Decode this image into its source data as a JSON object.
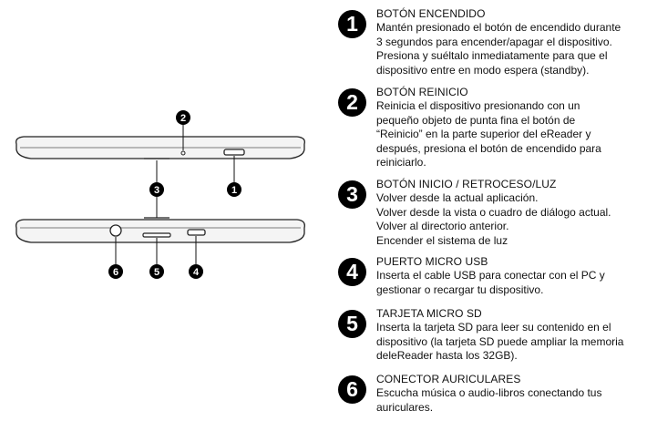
{
  "callouts": [
    {
      "number": "1",
      "title": "BOTÓN ENCENDIDO",
      "body": "Mantén presionado el botón de encendido durante\n3 segundos para encender/apagar el dispositivo.\nPresiona y suéltalo inmediatamente para que el\ndispositivo entre en modo espera (standby)."
    },
    {
      "number": "2",
      "title": "BOTÓN REINICIO",
      "body": "Reinicia el dispositivo presionando con un\npequeño objeto de punta fina el botón de\n“Reinicio” en la parte superior del eReader y\ndespués, presiona el botón de encendido para\nreiniciarlo."
    },
    {
      "number": "3",
      "title": "BOTÓN INICIO / RETROCESO/LUZ",
      "body": "Volver desde la actual aplicación.\nVolver desde la vista o cuadro de diálogo actual.\nVolver al directorio anterior.\nEncender el sistema de luz"
    },
    {
      "number": "4",
      "title": "PUERTO MICRO USB",
      "body": "Inserta el cable USB para conectar con el PC y\ngestionar o recargar tu dispositivo."
    },
    {
      "number": "5",
      "title": "TARJETA MICRO SD",
      "body": "Inserta la tarjeta SD para leer su contenido en el\ndispositivo (la tarjeta SD puede ampliar la memoria\ndeleReader hasta los 32GB)."
    },
    {
      "number": "6",
      "title": "CONECTOR AURICULARES",
      "body": "Escucha música o audio-libros conectando tus\nauriculares."
    }
  ],
  "diagram_labels": [
    "2",
    "1",
    "3",
    "6",
    "5",
    "4"
  ]
}
